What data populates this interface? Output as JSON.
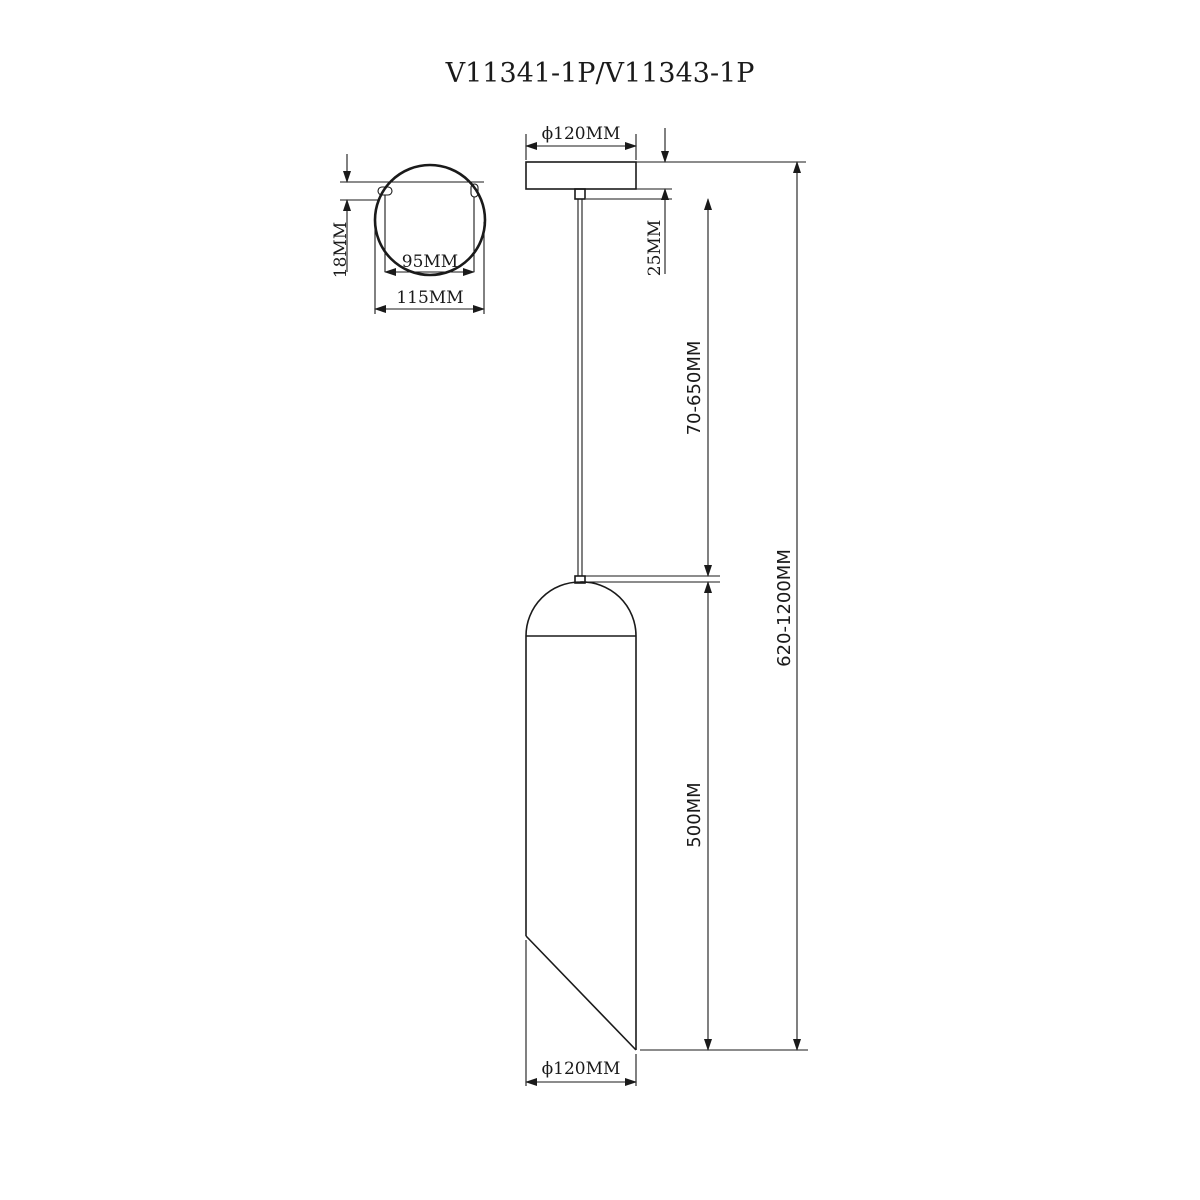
{
  "title": "V11341-1P/V11343-1P",
  "dimensions": {
    "canopy_diameter": "ϕ120MM",
    "canopy_height": "25MM",
    "cable_length": "70-650MM",
    "total_height": "620-1200MM",
    "shade_height": "500MM",
    "shade_diameter": "ϕ120MM",
    "plate_thickness": "18MM",
    "hole_spacing": "95MM",
    "plate_diameter": "115MM"
  }
}
